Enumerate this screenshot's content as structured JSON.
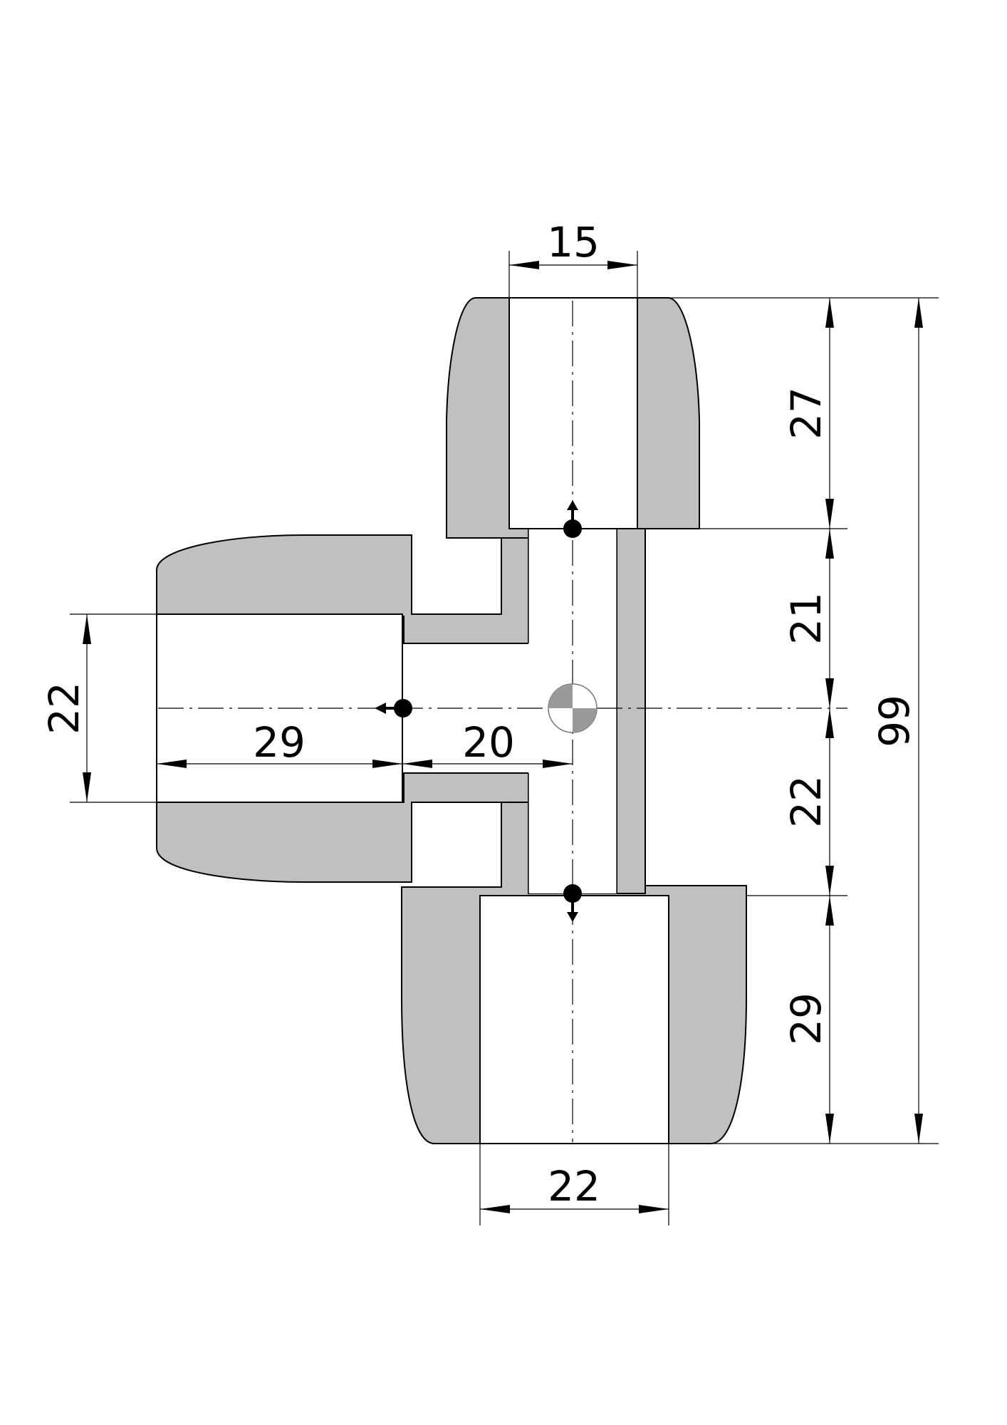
{
  "dimensions": {
    "top_bore_width": "15",
    "top_socket_depth": "27",
    "upper_middle_height": "21",
    "lower_middle_height": "22",
    "bottom_socket_depth": "29",
    "overall_height": "99",
    "left_bore_diameter": "22",
    "left_socket_depth": "29",
    "left_offset": "20",
    "bottom_bore_width": "22"
  },
  "colors": {
    "body": "#c0c0c0",
    "line": "#000000",
    "background": "#ffffff"
  }
}
